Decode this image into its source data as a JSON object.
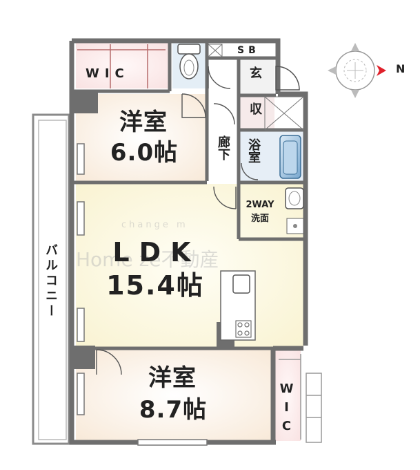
{
  "rooms": {
    "wic_top": "WIC",
    "sb": "SB",
    "genkan": "玄",
    "shu": "収",
    "bedroom1_name": "洋室",
    "bedroom1_size": "6.0帖",
    "rouka": "廊下",
    "yokushitsu": "浴室",
    "wash_line1": "2WAY",
    "wash_line2": "洗面",
    "ldk_name": "LDK",
    "ldk_size": "15.4帖",
    "bedroom2_name": "洋室",
    "bedroom2_size": "8.7帖",
    "wic_bottom": "WIC",
    "balcony": "バルコニー"
  },
  "compass": {
    "north": "N"
  },
  "watermark": {
    "line1": "change m",
    "line2": "Home ze不動産"
  },
  "colors": {
    "wall": "#6e6e6e",
    "floor_bedroom": "#fbf1e4",
    "floor_ldk": "#fbf8e0",
    "floor_wic": "#fbeaea",
    "floor_wet": "#e6eef6",
    "floor_hall": "#ffffff",
    "compass_arrow": "#e0202a"
  }
}
